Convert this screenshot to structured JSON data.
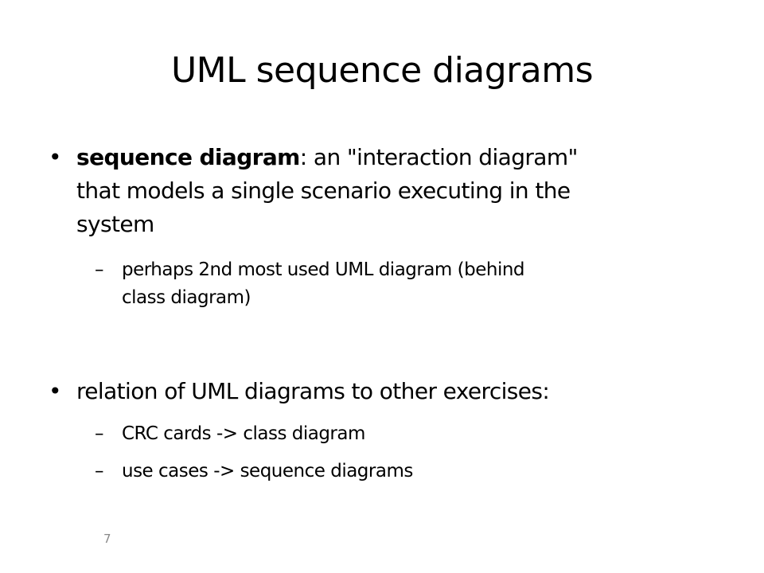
{
  "slide": {
    "title": "UML sequence diagrams",
    "page_number": "7",
    "bullet_marker": "•",
    "sub_marker": "–"
  },
  "bullets": [
    {
      "term": "sequence diagram",
      "line1_rest": ": an \"interaction diagram\"",
      "line2": "that models a single scenario executing in the",
      "line3": "system",
      "sub_items": [
        {
          "line1": "perhaps 2nd most used UML diagram (behind",
          "line2": "class diagram)"
        }
      ]
    },
    {
      "line1": "relation of UML diagrams to other exercises:",
      "sub_items": [
        {
          "line1": "CRC cards -> class diagram"
        },
        {
          "line1": "use cases -> sequence diagrams"
        }
      ]
    }
  ]
}
